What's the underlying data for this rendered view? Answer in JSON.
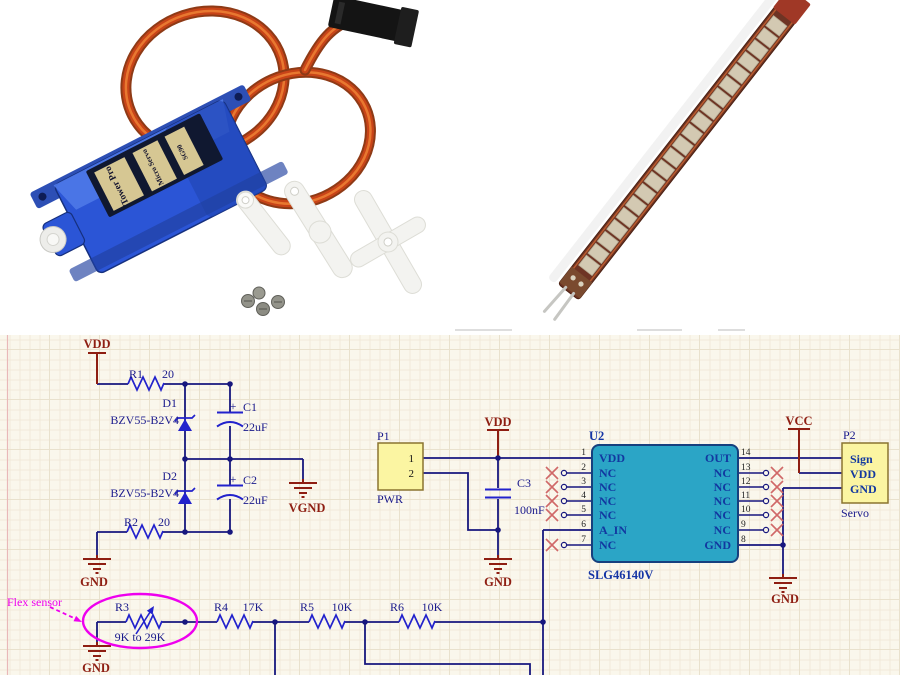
{
  "photos": {
    "servo": {
      "label_line1": "Tower Pro",
      "label_line2": "Micro Servo",
      "label_line3": "SG90"
    },
    "flex_sensor": {}
  },
  "schematic": {
    "power": {
      "vdd_left": "VDD",
      "vgnd": "VGND",
      "gnd_left": "GND",
      "gnd_flex": "GND",
      "vdd_mid": "VDD",
      "gnd_mid": "GND",
      "vcc": "VCC",
      "gnd_servo": "GND"
    },
    "components": {
      "r1": {
        "ref": "R1",
        "value": "20"
      },
      "r2": {
        "ref": "R2",
        "value": "20"
      },
      "r3": {
        "ref": "R3",
        "value": "9K to 29K"
      },
      "r4": {
        "ref": "R4",
        "value": "17K"
      },
      "r5": {
        "ref": "R5",
        "value": "10K"
      },
      "r6": {
        "ref": "R6",
        "value": "10K"
      },
      "d1": {
        "ref": "D1",
        "value": "BZV55-B2V4"
      },
      "d2": {
        "ref": "D2",
        "value": "BZV55-B2V4"
      },
      "c1": {
        "ref": "C1",
        "value": "22uF",
        "polarity": "+"
      },
      "c2": {
        "ref": "C2",
        "value": "22uF",
        "polarity": "+"
      },
      "c3": {
        "ref": "C3",
        "value": "100nF"
      }
    },
    "p1": {
      "ref": "P1",
      "pin1": "1",
      "pin2": "2",
      "label": "PWR"
    },
    "p2": {
      "ref": "P2",
      "pin_sign": "Sign",
      "pin_vdd": "VDD",
      "pin_gnd": "GND",
      "label": "Servo"
    },
    "u2": {
      "ref": "U2",
      "part": "SLG46140V",
      "left_pins": [
        {
          "num": "1",
          "name": "VDD"
        },
        {
          "num": "2",
          "name": "NC"
        },
        {
          "num": "3",
          "name": "NC"
        },
        {
          "num": "4",
          "name": "NC"
        },
        {
          "num": "5",
          "name": "NC"
        },
        {
          "num": "6",
          "name": "A_IN"
        },
        {
          "num": "7",
          "name": "NC"
        }
      ],
      "right_pins": [
        {
          "num": "14",
          "name": "OUT"
        },
        {
          "num": "13",
          "name": "NC"
        },
        {
          "num": "12",
          "name": "NC"
        },
        {
          "num": "11",
          "name": "NC"
        },
        {
          "num": "10",
          "name": "NC"
        },
        {
          "num": "9",
          "name": "NC"
        },
        {
          "num": "8",
          "name": "GND"
        }
      ]
    },
    "annotations": {
      "flex_sensor_label": "Flex sensor"
    },
    "colors": {
      "background": "#FAF7EC",
      "wire": "#17177E",
      "symbol": "#2222CC",
      "designator": "#1A1A8C",
      "power": "#8E1E12",
      "annotation": "#EE00EE",
      "chip_fill": "#2BA5C6",
      "chip_border": "#16407E",
      "connector_fill": "#FBF5A2",
      "connector_border": "#8A7430",
      "nc_cross": "#D06868"
    }
  }
}
